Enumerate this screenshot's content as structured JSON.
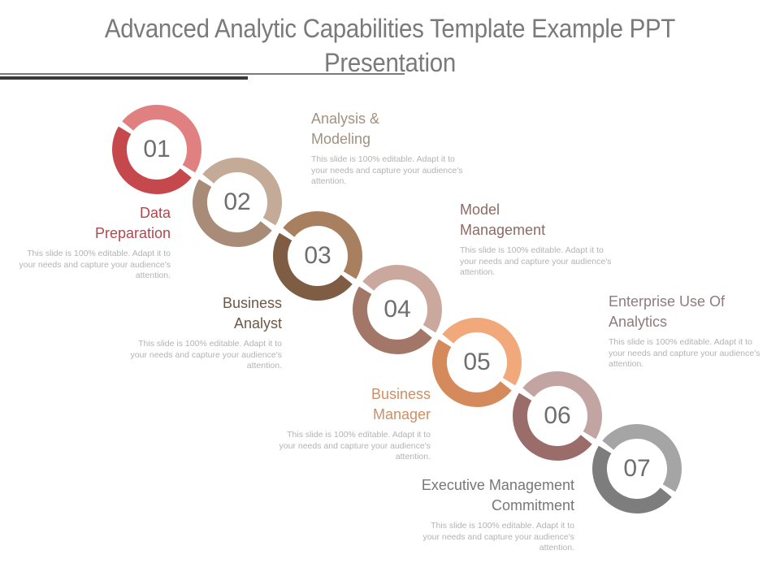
{
  "slide": {
    "title_line1": "Advanced Analytic Capabilities Template Example PPT",
    "title_line2": "Presentation"
  },
  "steps": [
    {
      "number": "01",
      "title": "Data Preparation",
      "desc": "This slide is 100% editable. Adapt it to your needs and capture your audience's attention.",
      "color_light": "#e08080",
      "color_dark": "#c5484c",
      "title_color": "#b2474d"
    },
    {
      "number": "02",
      "title": "Analysis & Modeling",
      "desc": "This slide is 100% editable. Adapt it to your needs and capture your audience's attention.",
      "color_light": "#c3ab97",
      "color_dark": "#a88c78",
      "title_color": "#a4907f"
    },
    {
      "number": "03",
      "title": "Business Analyst",
      "desc": "This slide is 100% editable. Adapt it to your needs and capture your audience's attention.",
      "color_light": "#a9805f",
      "color_dark": "#7e5d44",
      "title_color": "#6d5747"
    },
    {
      "number": "04",
      "title": "Model Management",
      "desc": "This slide is 100% editable. Adapt it to your needs and capture your audience's attention.",
      "color_light": "#cba89d",
      "color_dark": "#a37767",
      "title_color": "#8b6b63"
    },
    {
      "number": "05",
      "title": "Business Manager",
      "desc": "This slide is 100% editable. Adapt it to your needs and capture your audience's attention.",
      "color_light": "#f1a97c",
      "color_dark": "#d58a5c",
      "title_color": "#d08e64"
    },
    {
      "number": "06",
      "title": "Enterprise Use Of Analytics",
      "desc": "This slide is 100% editable. Adapt it to your needs and capture your audience's attention.",
      "color_light": "#c2a4a3",
      "color_dark": "#9a6d6a",
      "title_color": "#8f7c7b"
    },
    {
      "number": "07",
      "title": "Executive Management Commitment",
      "desc": "This slide is 100% editable. Adapt it to your needs and capture your audience's attention.",
      "color_light": "#a5a5a5",
      "color_dark": "#7d7d7d",
      "title_color": "#777777"
    }
  ]
}
